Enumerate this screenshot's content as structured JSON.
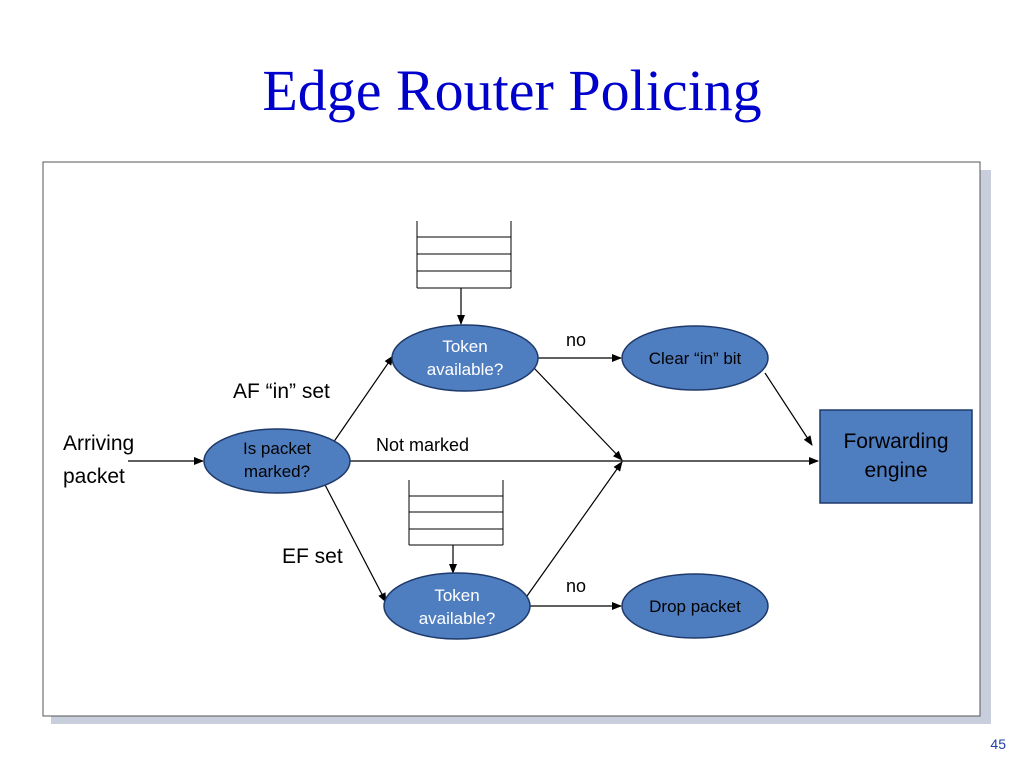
{
  "slide": {
    "title": "Edge Router Policing",
    "page_number": "45"
  },
  "diagram": {
    "nodes": {
      "classifier": [
        "Is packet",
        "marked?"
      ],
      "token_af": [
        "Token",
        "available?"
      ],
      "token_ef": [
        "Token",
        "available?"
      ],
      "clear_bit": [
        "Clear “in” bit"
      ],
      "drop": [
        "Drop packet"
      ],
      "forwarding": [
        "Forwarding",
        "engine"
      ]
    },
    "labels": {
      "arriving": [
        "Arriving",
        "packet"
      ],
      "af_set": "AF “in” set",
      "ef_set": "EF set",
      "not_marked": "Not marked",
      "no_top": "no",
      "no_bottom": "no"
    },
    "colors": {
      "node_fill": "#4f7ec0",
      "node_stroke": "#1f3a6a",
      "title": "#0000cc",
      "frame_shadow": "#c9cedc"
    }
  }
}
